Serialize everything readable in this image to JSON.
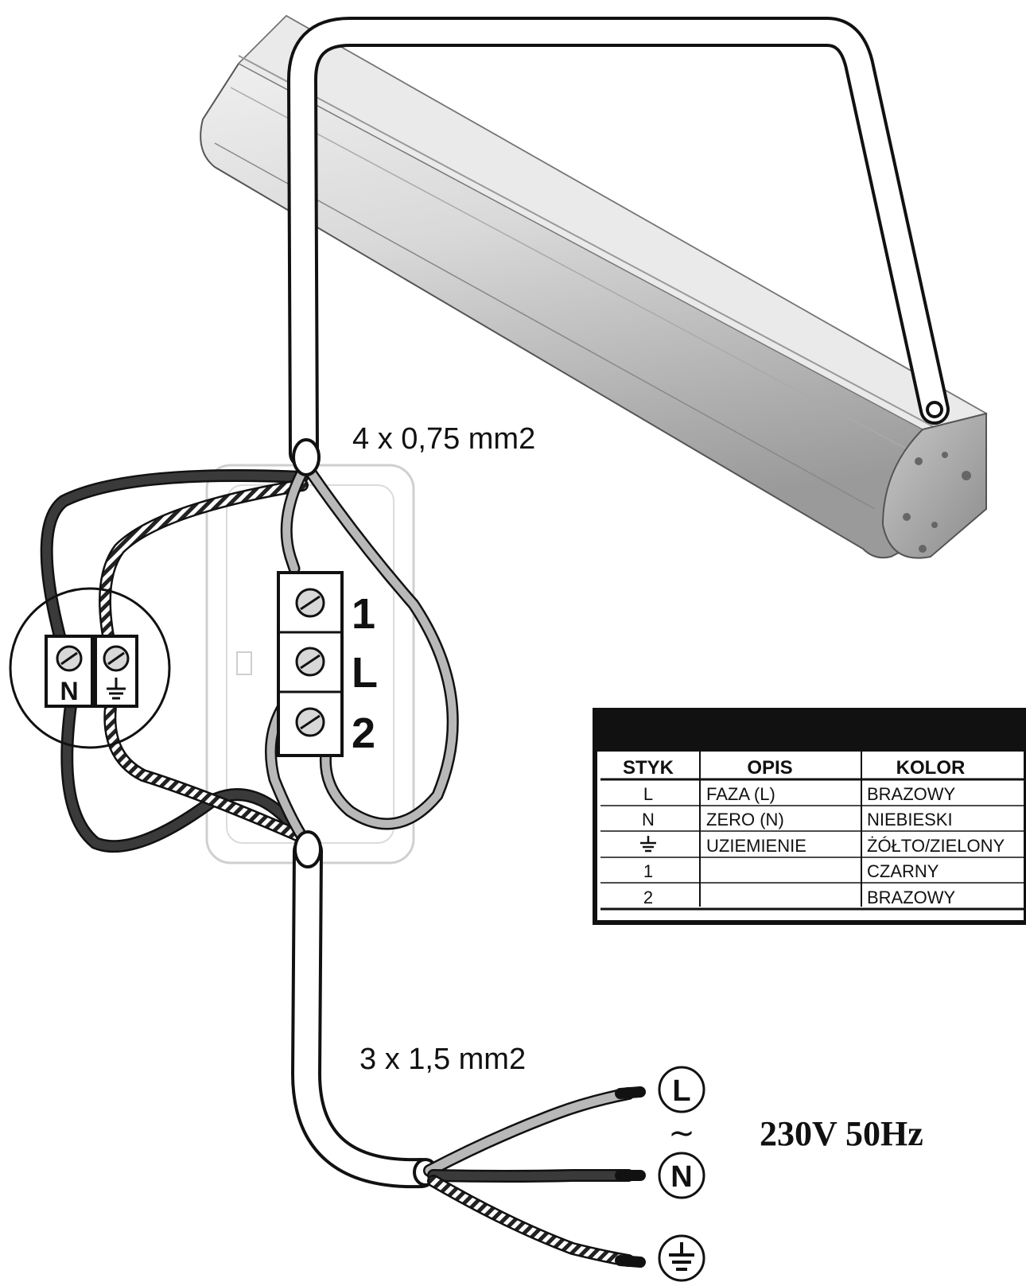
{
  "cable_labels": {
    "upper": "4 x 0,75 mm2",
    "lower": "3 x 1,5 mm2"
  },
  "terminal_block": {
    "terminals": [
      "1",
      "L",
      "2"
    ]
  },
  "junction_terminals": {
    "neutral": "N"
  },
  "supply": {
    "voltage": "230V 50Hz",
    "line": "L",
    "neutral": "N",
    "ac_symbol": "~"
  },
  "table": {
    "headers": [
      "STYK",
      "OPIS",
      "KOLOR"
    ],
    "rows": [
      {
        "styk": "L",
        "opis": "FAZA (L)",
        "kolor": "BRAZOWY"
      },
      {
        "styk": "N",
        "opis": "ZERO (N)",
        "kolor": "NIEBIESKI"
      },
      {
        "styk": "",
        "opis": "UZIEMIENIE",
        "kolor": "ŻÓŁTO/ZIELONY"
      },
      {
        "styk": "1",
        "opis": "",
        "kolor": "CZARNY"
      },
      {
        "styk": "2",
        "opis": "",
        "kolor": "BRAZOWY"
      }
    ]
  },
  "colors": {
    "wire_dark": "#3a3a3a",
    "wire_light": "#b8b8b8",
    "heater_body": "#d8d8d8",
    "outline": "#111111"
  }
}
